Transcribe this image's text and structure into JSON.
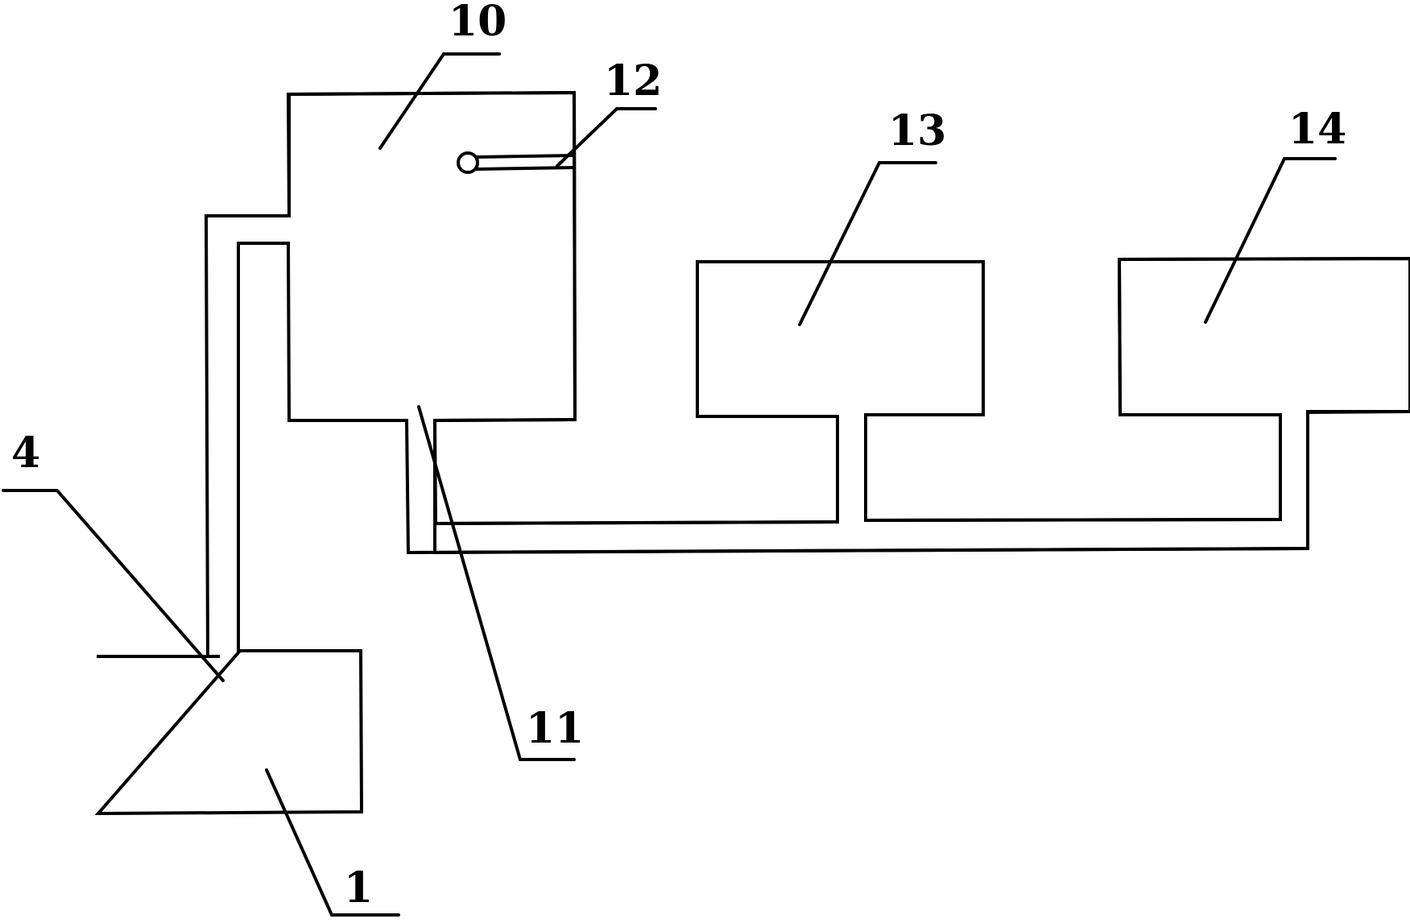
{
  "figure": {
    "labels": {
      "part_1": "1",
      "part_4": "4",
      "part_10": "10",
      "part_11": "11",
      "part_12": "12",
      "part_13": "13",
      "part_14": "14"
    },
    "colors": {
      "line": "#000000",
      "background": "#ffffff"
    }
  }
}
